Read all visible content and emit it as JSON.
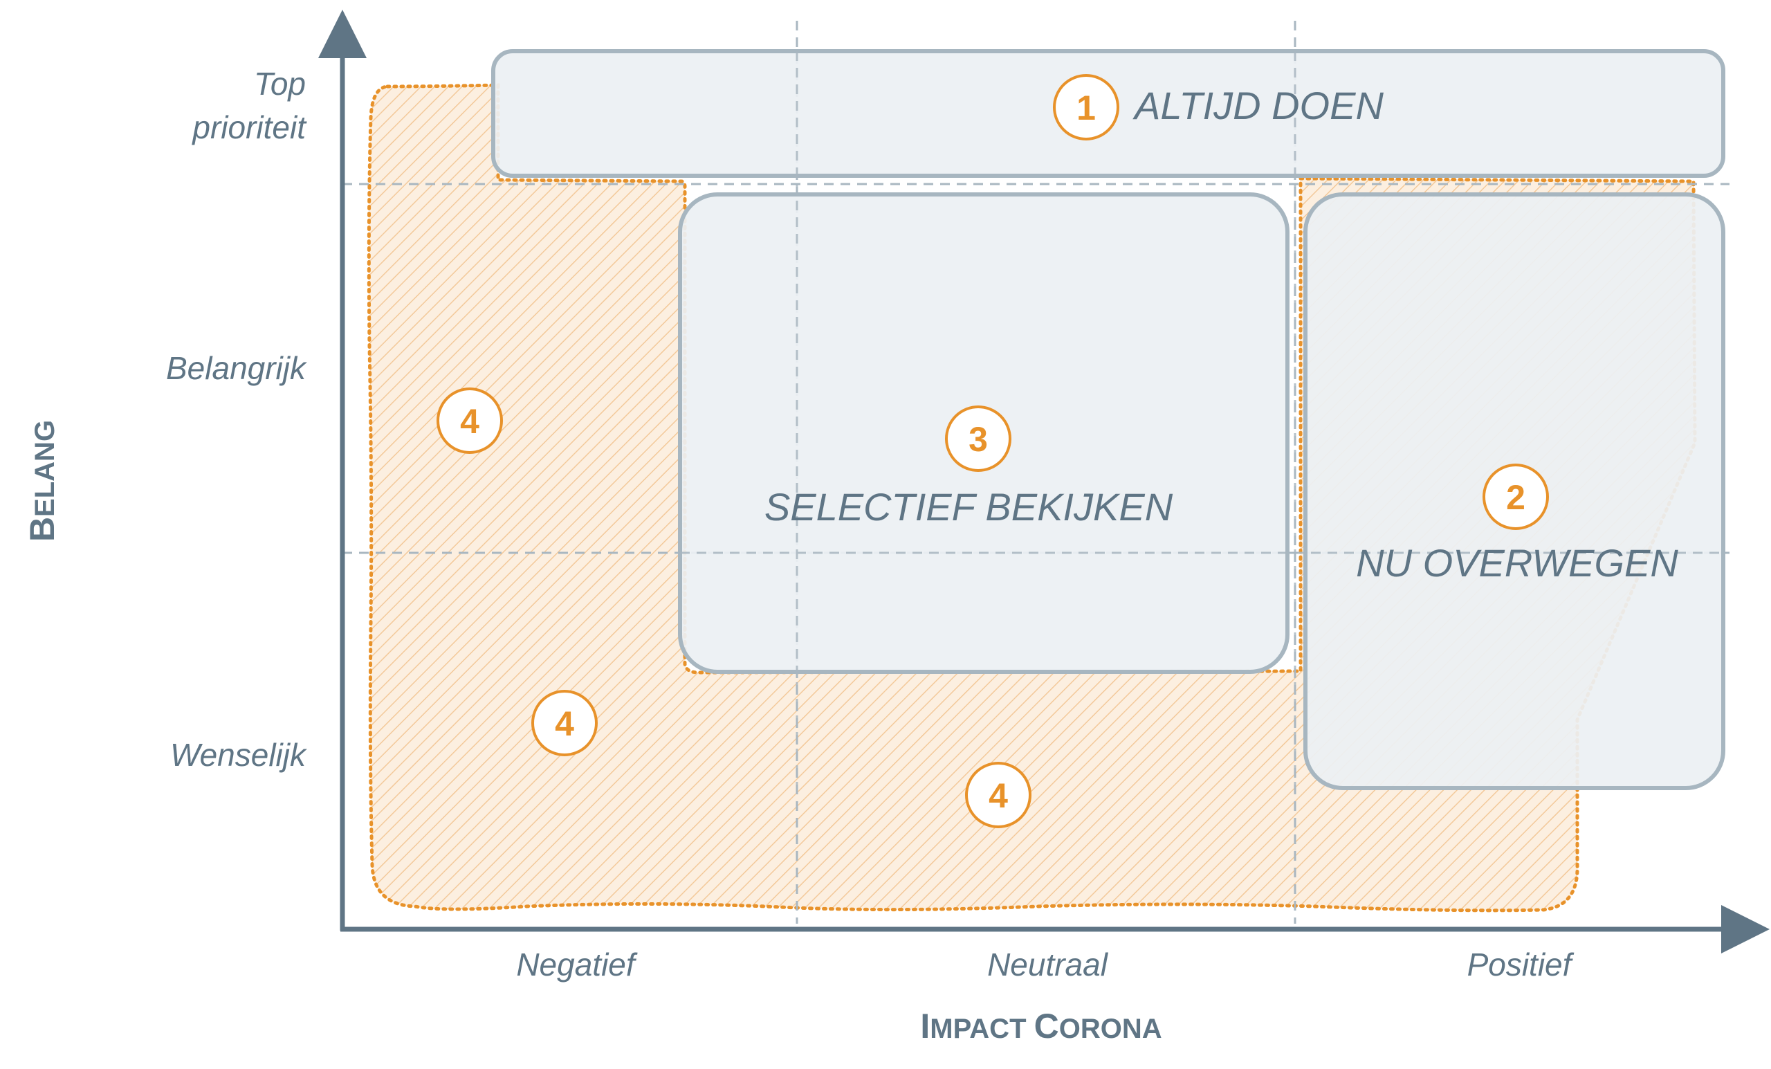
{
  "y_axis": {
    "title_initial": "B",
    "title_rest": "ELANG",
    "ticks": [
      "Top",
      "prioriteit",
      "Belangrijk",
      "Wenselijk"
    ]
  },
  "x_axis": {
    "title_word1_initial": "I",
    "title_word1_rest": "MPACT",
    "title_word2_initial": "C",
    "title_word2_rest": "ORONA",
    "ticks": [
      "Negatief",
      "Neutraal",
      "Positief"
    ]
  },
  "regions": {
    "altijd": {
      "num": "1",
      "label": "ALTIJD DOEN"
    },
    "nu": {
      "num": "2",
      "label": "NU OVERWEGEN"
    },
    "selectief": {
      "num": "3",
      "label": "SELECTIEF BEKIJKEN"
    },
    "background_num": "4"
  },
  "colors": {
    "axis": "#5f7585",
    "box_fill": "#ecf0f3",
    "box_stroke": "#a7b6c0",
    "accent": "#e8922a",
    "grid": "#a9b7c1"
  }
}
